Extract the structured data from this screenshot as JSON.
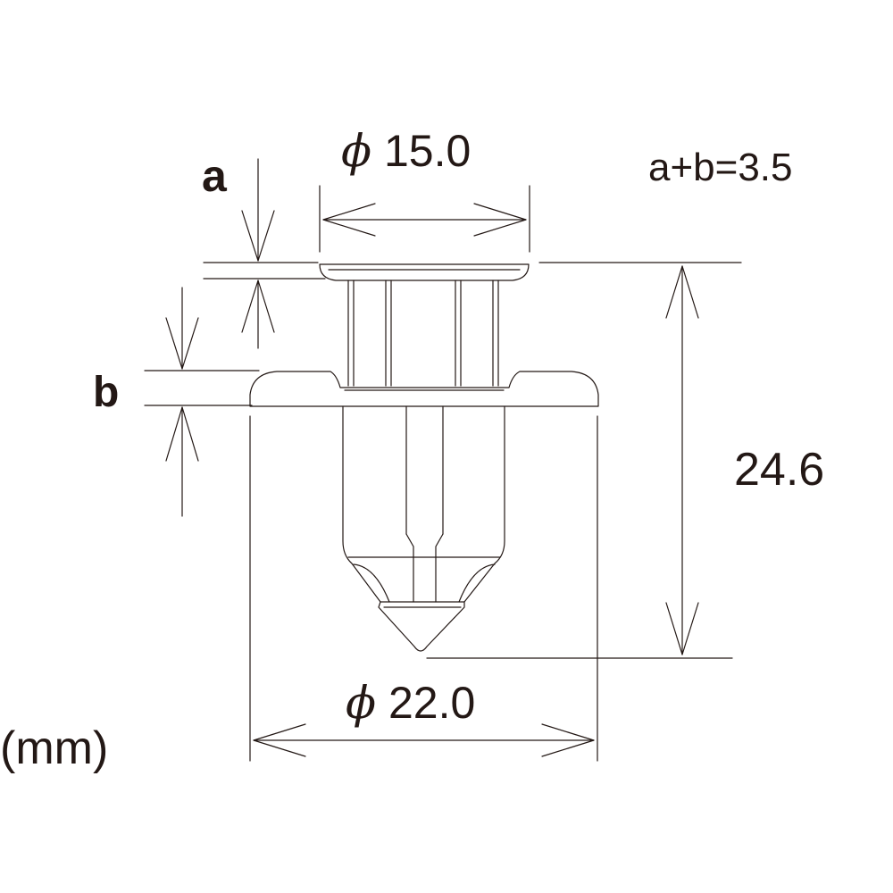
{
  "labels": {
    "dia_top_symbol": "ϕ",
    "dia_top_value": "15.0",
    "formula": "a+b=3.5",
    "a": "a",
    "b": "b",
    "height": "24.6",
    "dia_bottom_symbol": "ϕ",
    "dia_bottom_value": "22.0",
    "unit": "(mm)"
  },
  "colors": {
    "line": "#231815",
    "text": "#231815",
    "background": "#ffffff"
  }
}
